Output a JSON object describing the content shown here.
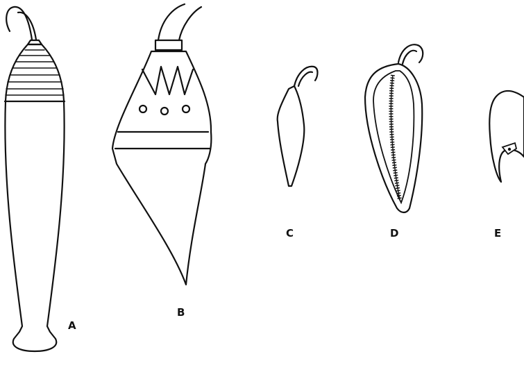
{
  "figure": {
    "labels": {
      "a": "A",
      "b": "B",
      "c": "C",
      "d": "D",
      "e": "E"
    }
  }
}
